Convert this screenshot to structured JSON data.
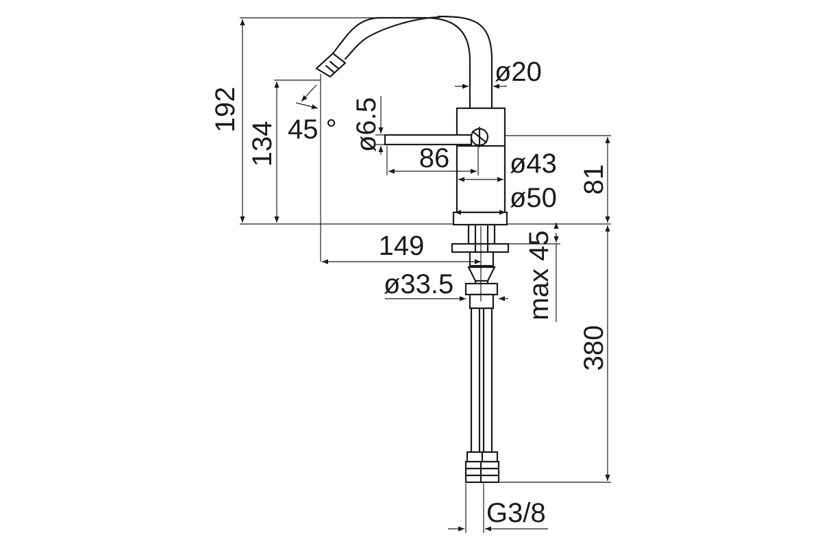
{
  "labels": {
    "height_total": "192",
    "height_spout": "134",
    "spout_angle": "45 °",
    "handle_dia": "ø6.5",
    "spout_tube_dia": "ø20",
    "handle_length": "86",
    "body_dia": "ø43",
    "base_dia": "ø50",
    "body_height": "81",
    "reach": "149",
    "shank_dia": "ø33.5",
    "max_deck": "max 45",
    "hose_length": "380",
    "thread": "G3/8"
  }
}
